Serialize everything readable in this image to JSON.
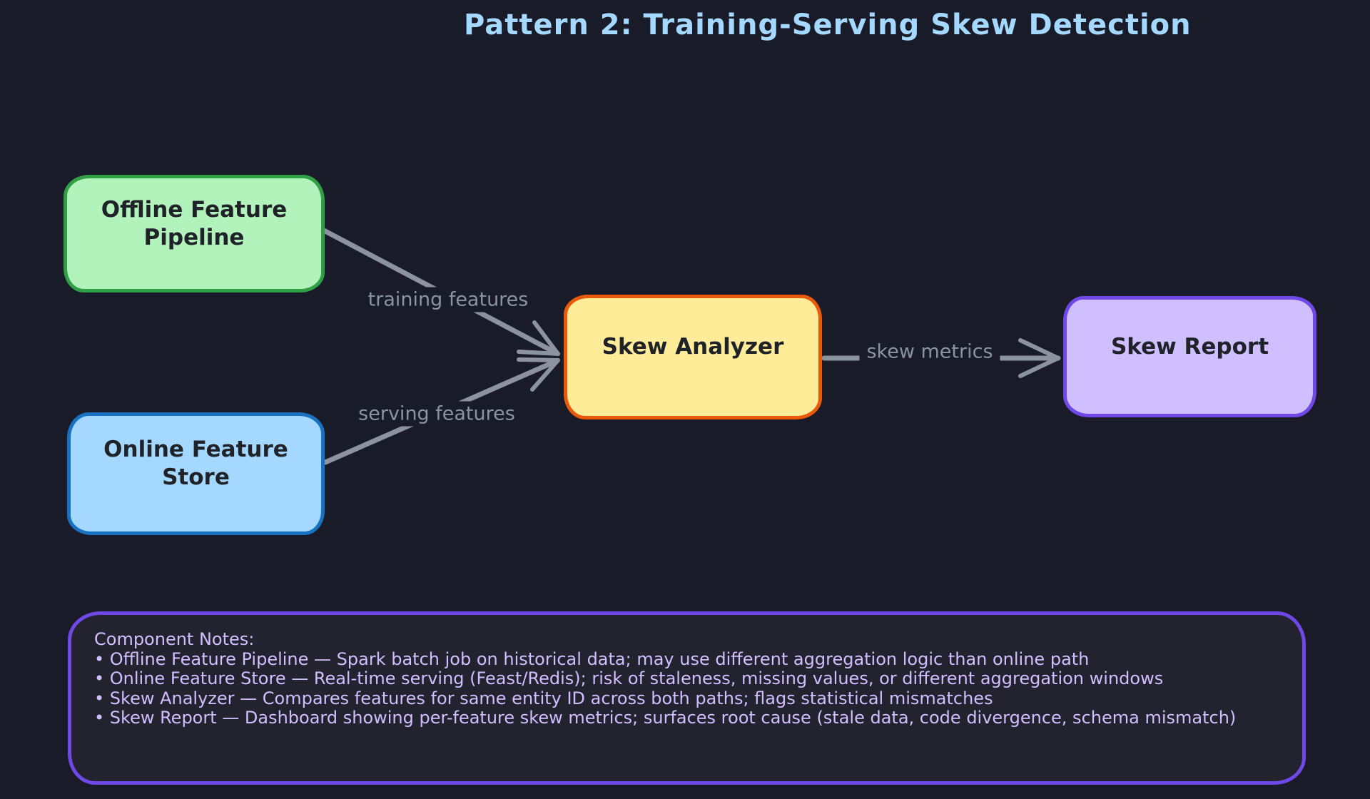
{
  "title": "Pattern 2: Training-Serving Skew Detection",
  "colors": {
    "canvas": "#191c28",
    "title_text": "#a5d8ff",
    "arrow": "#8d939e",
    "node_text": "#1f2228",
    "notes_background": "#232330",
    "notes_border": "#7048e8",
    "notes_text": "#d0bfff"
  },
  "nodes": [
    {
      "id": "offline-feature-pipeline",
      "label": "Offline Feature Pipeline",
      "fill": "#b2f2bb",
      "stroke": "#2f9e44"
    },
    {
      "id": "online-feature-store",
      "label": "Online Feature Store",
      "fill": "#a5d8ff",
      "stroke": "#1971c2"
    },
    {
      "id": "skew-analyzer",
      "label": "Skew Analyzer",
      "fill": "#ffec99",
      "stroke": "#e8590c"
    },
    {
      "id": "skew-report",
      "label": "Skew Report",
      "fill": "#d0bfff",
      "stroke": "#7048e8"
    }
  ],
  "edges": [
    {
      "from": "offline-feature-pipeline",
      "to": "skew-analyzer",
      "label": "training features"
    },
    {
      "from": "online-feature-store",
      "to": "skew-analyzer",
      "label": "serving features"
    },
    {
      "from": "skew-analyzer",
      "to": "skew-report",
      "label": "skew metrics"
    }
  ],
  "notes": {
    "heading": "Component Notes:",
    "items": [
      "• Offline Feature Pipeline — Spark batch job on historical data; may use different aggregation logic than online path",
      "• Online Feature Store — Real-time serving (Feast/Redis); risk of staleness, missing values, or different aggregation windows",
      "• Skew Analyzer — Compares features for same entity ID across both paths; flags statistical mismatches",
      "• Skew Report — Dashboard showing per-feature skew metrics; surfaces root cause (stale data, code divergence, schema mismatch)"
    ]
  }
}
